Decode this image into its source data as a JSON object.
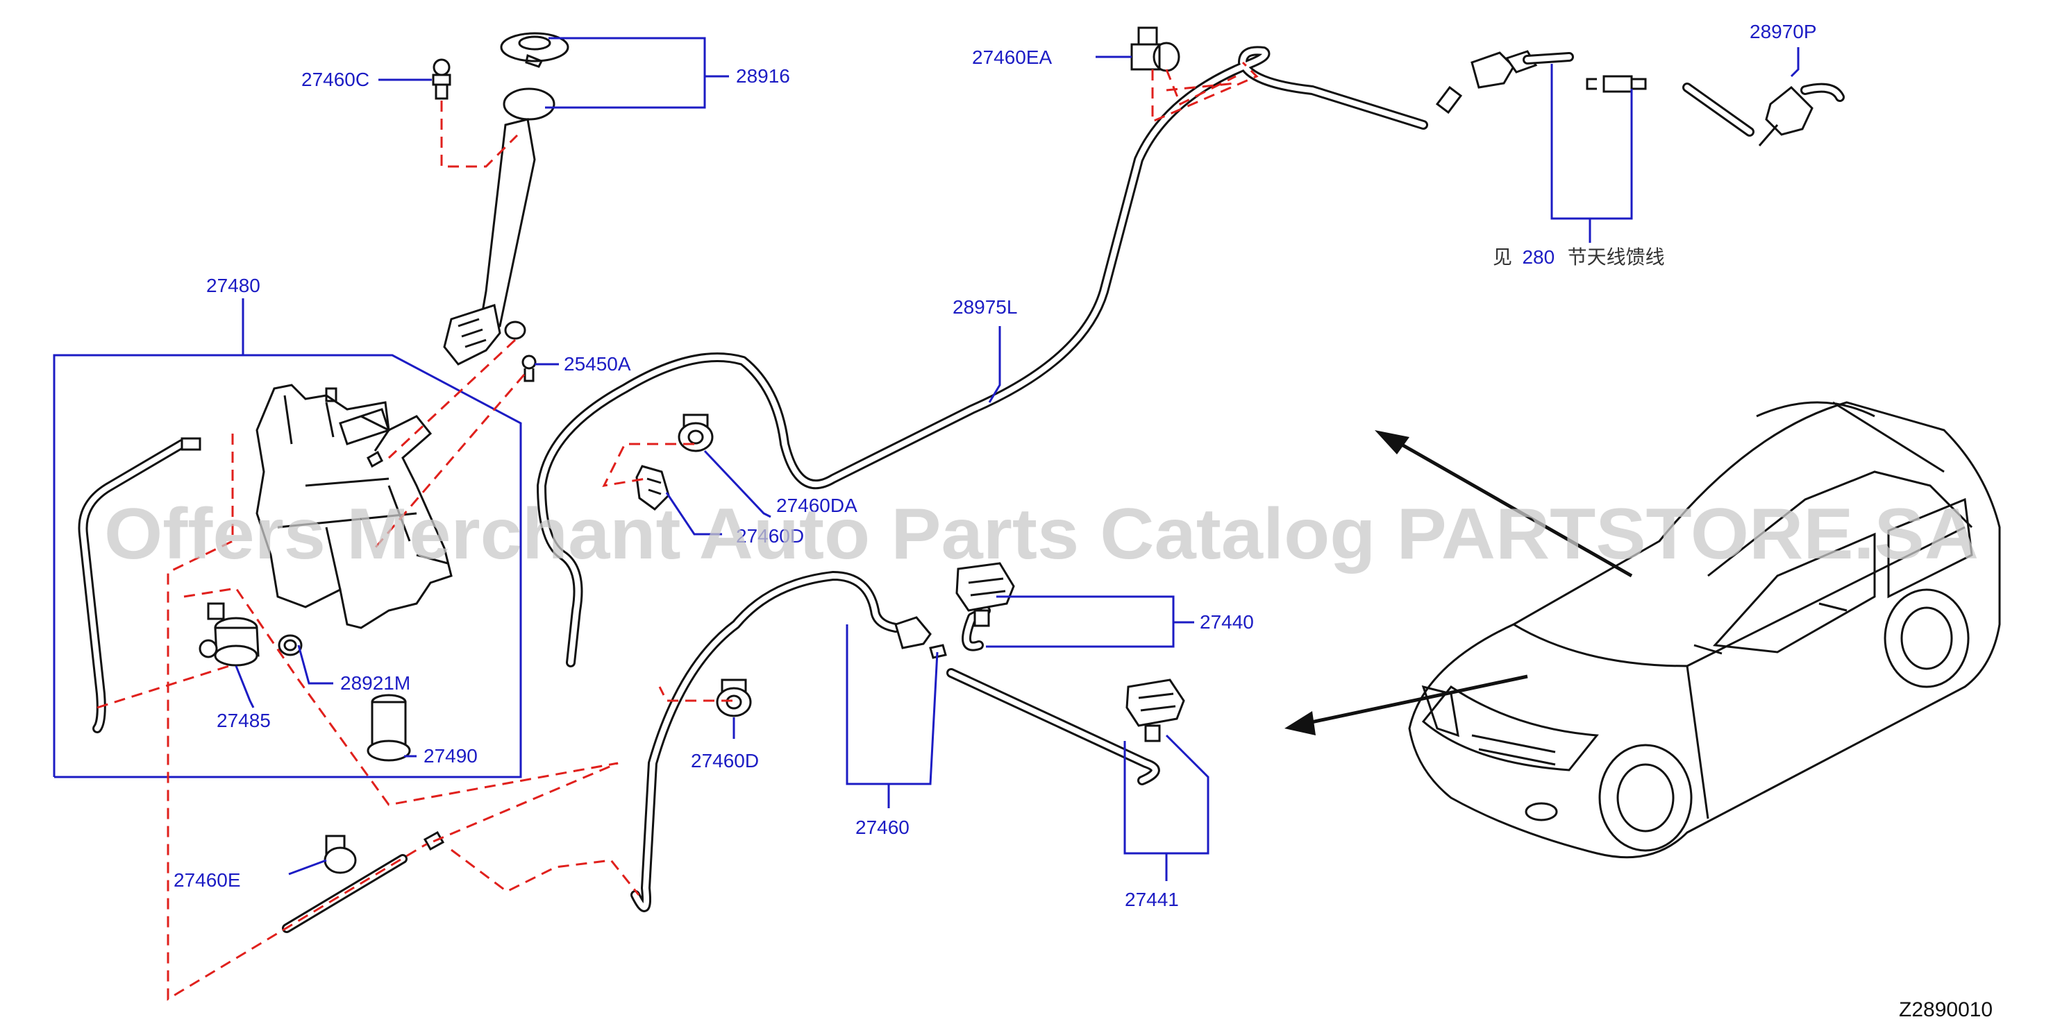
{
  "diagram": {
    "code": "Z2890010",
    "watermark": "Offers Merchant Auto Parts Catalog PARTSTORE.SA",
    "note": {
      "prefix": "见",
      "section": "280",
      "suffix": "节天线馈线"
    },
    "labels": {
      "p28916": "28916",
      "p27460C": "27460C",
      "p27480": "27480",
      "p25450A": "25450A",
      "p28921M": "28921M",
      "p27485": "27485",
      "p27490": "27490",
      "p27460E": "27460E",
      "p27460EA": "27460EA",
      "p28975L": "28975L",
      "p27460DA": "27460DA",
      "p27460D_upper": "27460D",
      "p27460D_lower": "27460D",
      "p27460": "27460",
      "p27440": "27440",
      "p27441": "27441",
      "p28970P": "28970P"
    },
    "colors": {
      "label": "#1c1cc4",
      "leader": "#1c1cc4",
      "dashed_link": "#e0201c",
      "line_art": "#111111"
    }
  }
}
